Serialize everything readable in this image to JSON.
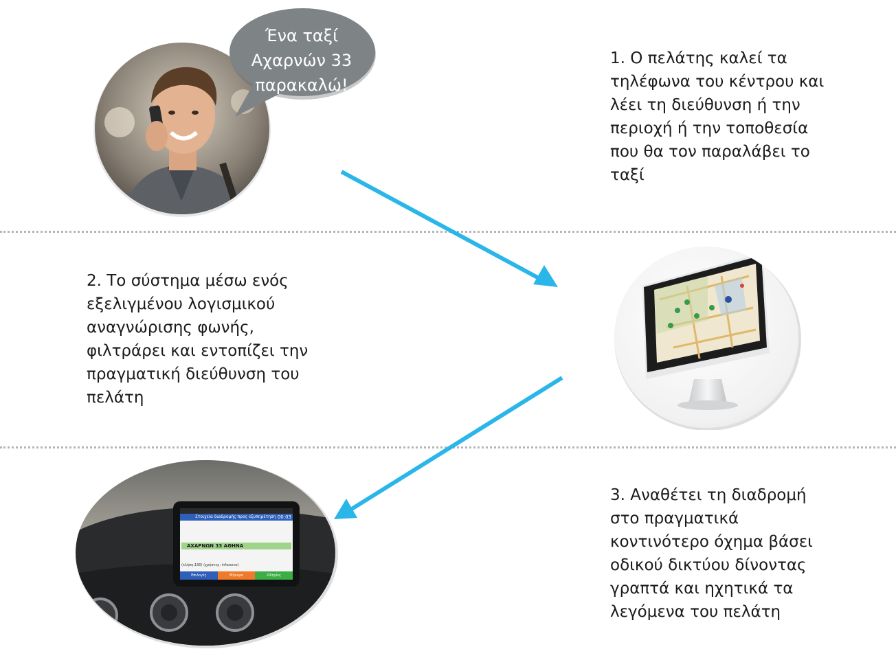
{
  "speech_bubble": {
    "text": "Ένα ταξί\nΑχαρνών 33\nπαρακαλώ!"
  },
  "steps": [
    {
      "text": "1. Ο πελάτης καλεί τα\nτηλέφωνα του κέντρου και\nλέει τη διεύθυνση ή την\nπεριοχή ή την τοποθεσία\nπου θα τον παραλάβει το\nταξί"
    },
    {
      "text": "2. Το σύστημα μέσω ενός\nεξελιγμένου λογισμικού\nαναγνώρισης φωνής,\nφιλτράρει και εντοπίζει την\nπραγματική διεύθυνση του\nπελάτη"
    },
    {
      "text": "3. Αναθέτει τη διαδρομή\nστο πραγματικά\nκοντινότερο όχημα βάσει\nοδικού δικτύου δίνοντας\nγραπτά και ηχητικά τα\nλεγόμενα του πελάτη"
    }
  ],
  "tablet_screen": {
    "header": "Στοιχεία διαδρομής προς εξυπηρέτηση",
    "timer": "00:03",
    "address": "ΑΧΑΡΝΩΝ 33 ΑΘΗΝΑ",
    "note": "(κλήση:190) (χρήστης: infoxoros)",
    "buttons": [
      "Επιλογές",
      "Μήνυμα",
      "Οδηγίες"
    ]
  },
  "colors": {
    "arrow": "#2ab6e8",
    "bubble": "#7e8386",
    "divider": "#b5b5b5"
  }
}
